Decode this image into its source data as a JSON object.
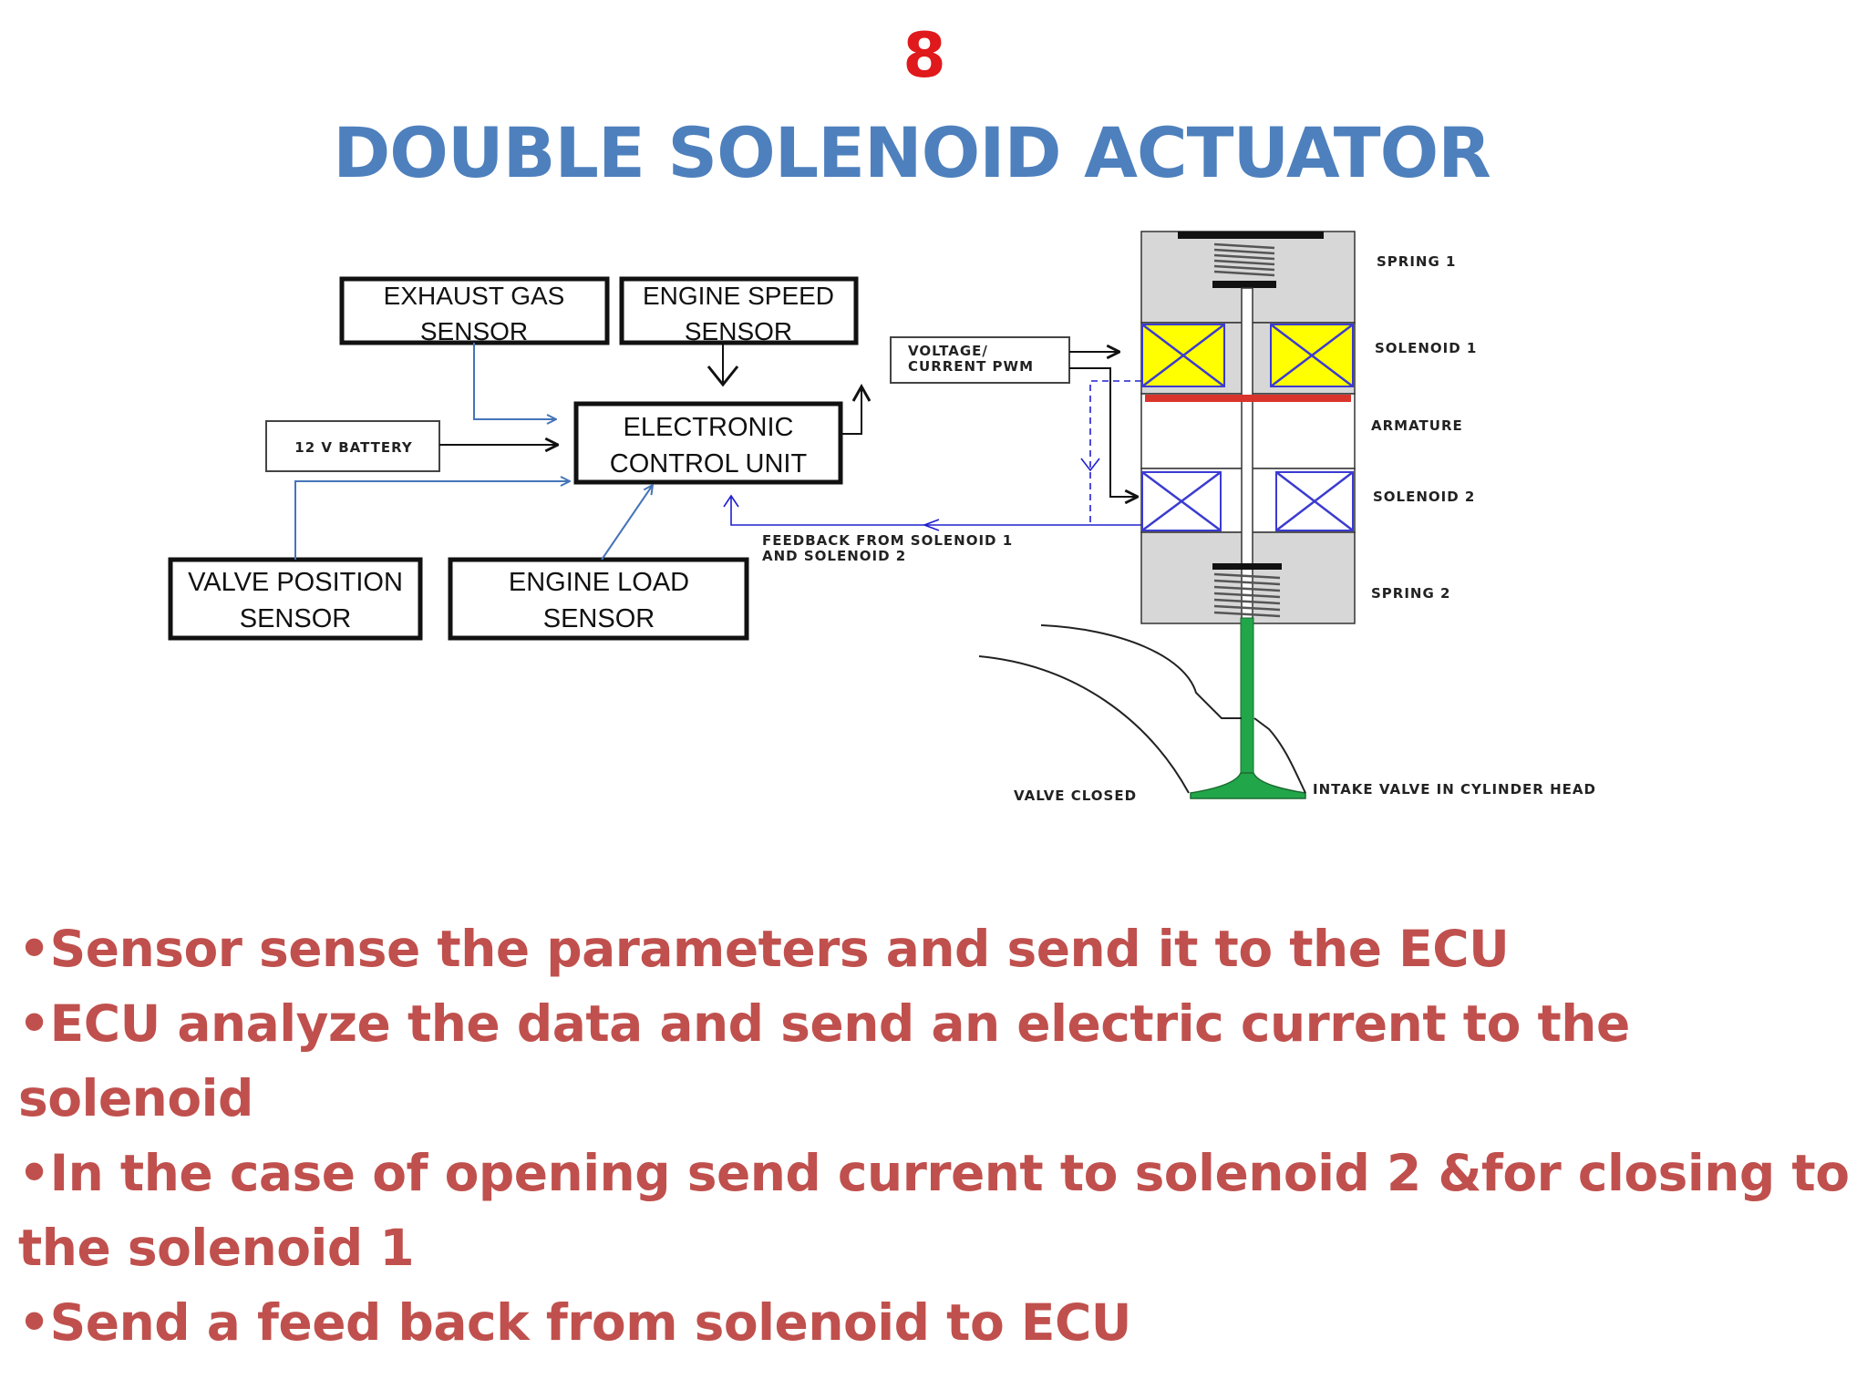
{
  "slide": {
    "number": "8",
    "title": "DOUBLE SOLENOID ACTUATOR"
  },
  "diagram": {
    "blocks": {
      "exhaust_gas_sensor": [
        "EXHAUST GAS",
        "SENSOR"
      ],
      "engine_speed_sensor": [
        "ENGINE SPEED",
        "SENSOR"
      ],
      "battery": "12 V BATTERY",
      "ecu": [
        "ELECTRONIC",
        "CONTROL UNIT"
      ],
      "voltage_pwm": [
        "VOLTAGE/",
        "CURRENT PWM"
      ],
      "valve_position_sensor": [
        "VALVE POSITION",
        "SENSOR"
      ],
      "engine_load_sensor": [
        "ENGINE LOAD",
        "SENSOR"
      ],
      "feedback": [
        "FEEDBACK FROM SOLENOID 1",
        "AND SOLENOID 2"
      ]
    },
    "actuator_labels": {
      "spring1": "SPRING 1",
      "solenoid1": "SOLENOID 1",
      "armature": "ARMATURE",
      "solenoid2": "SOLENOID 2",
      "spring2": "SPRING 2",
      "valve_closed": "VALVE CLOSED",
      "intake_valve": "INTAKE VALVE IN CYLINDER HEAD"
    },
    "colors": {
      "coil": "#ffff00",
      "coil_cross": "#3b3bd1",
      "armature": "#d9342b",
      "valve": "#22a64a",
      "housing": "#d7d7d7",
      "signal_line": "#4575b8",
      "feedback_line": "#2020d0"
    }
  },
  "bullets": [
    "•Sensor sense the parameters and send it to the ECU",
    "•ECU analyze the data and send an electric current to the solenoid",
    "•In the case of opening  send current to solenoid 2 &for closing to the solenoid 1",
    "•Send a feed back from solenoid to ECU"
  ]
}
